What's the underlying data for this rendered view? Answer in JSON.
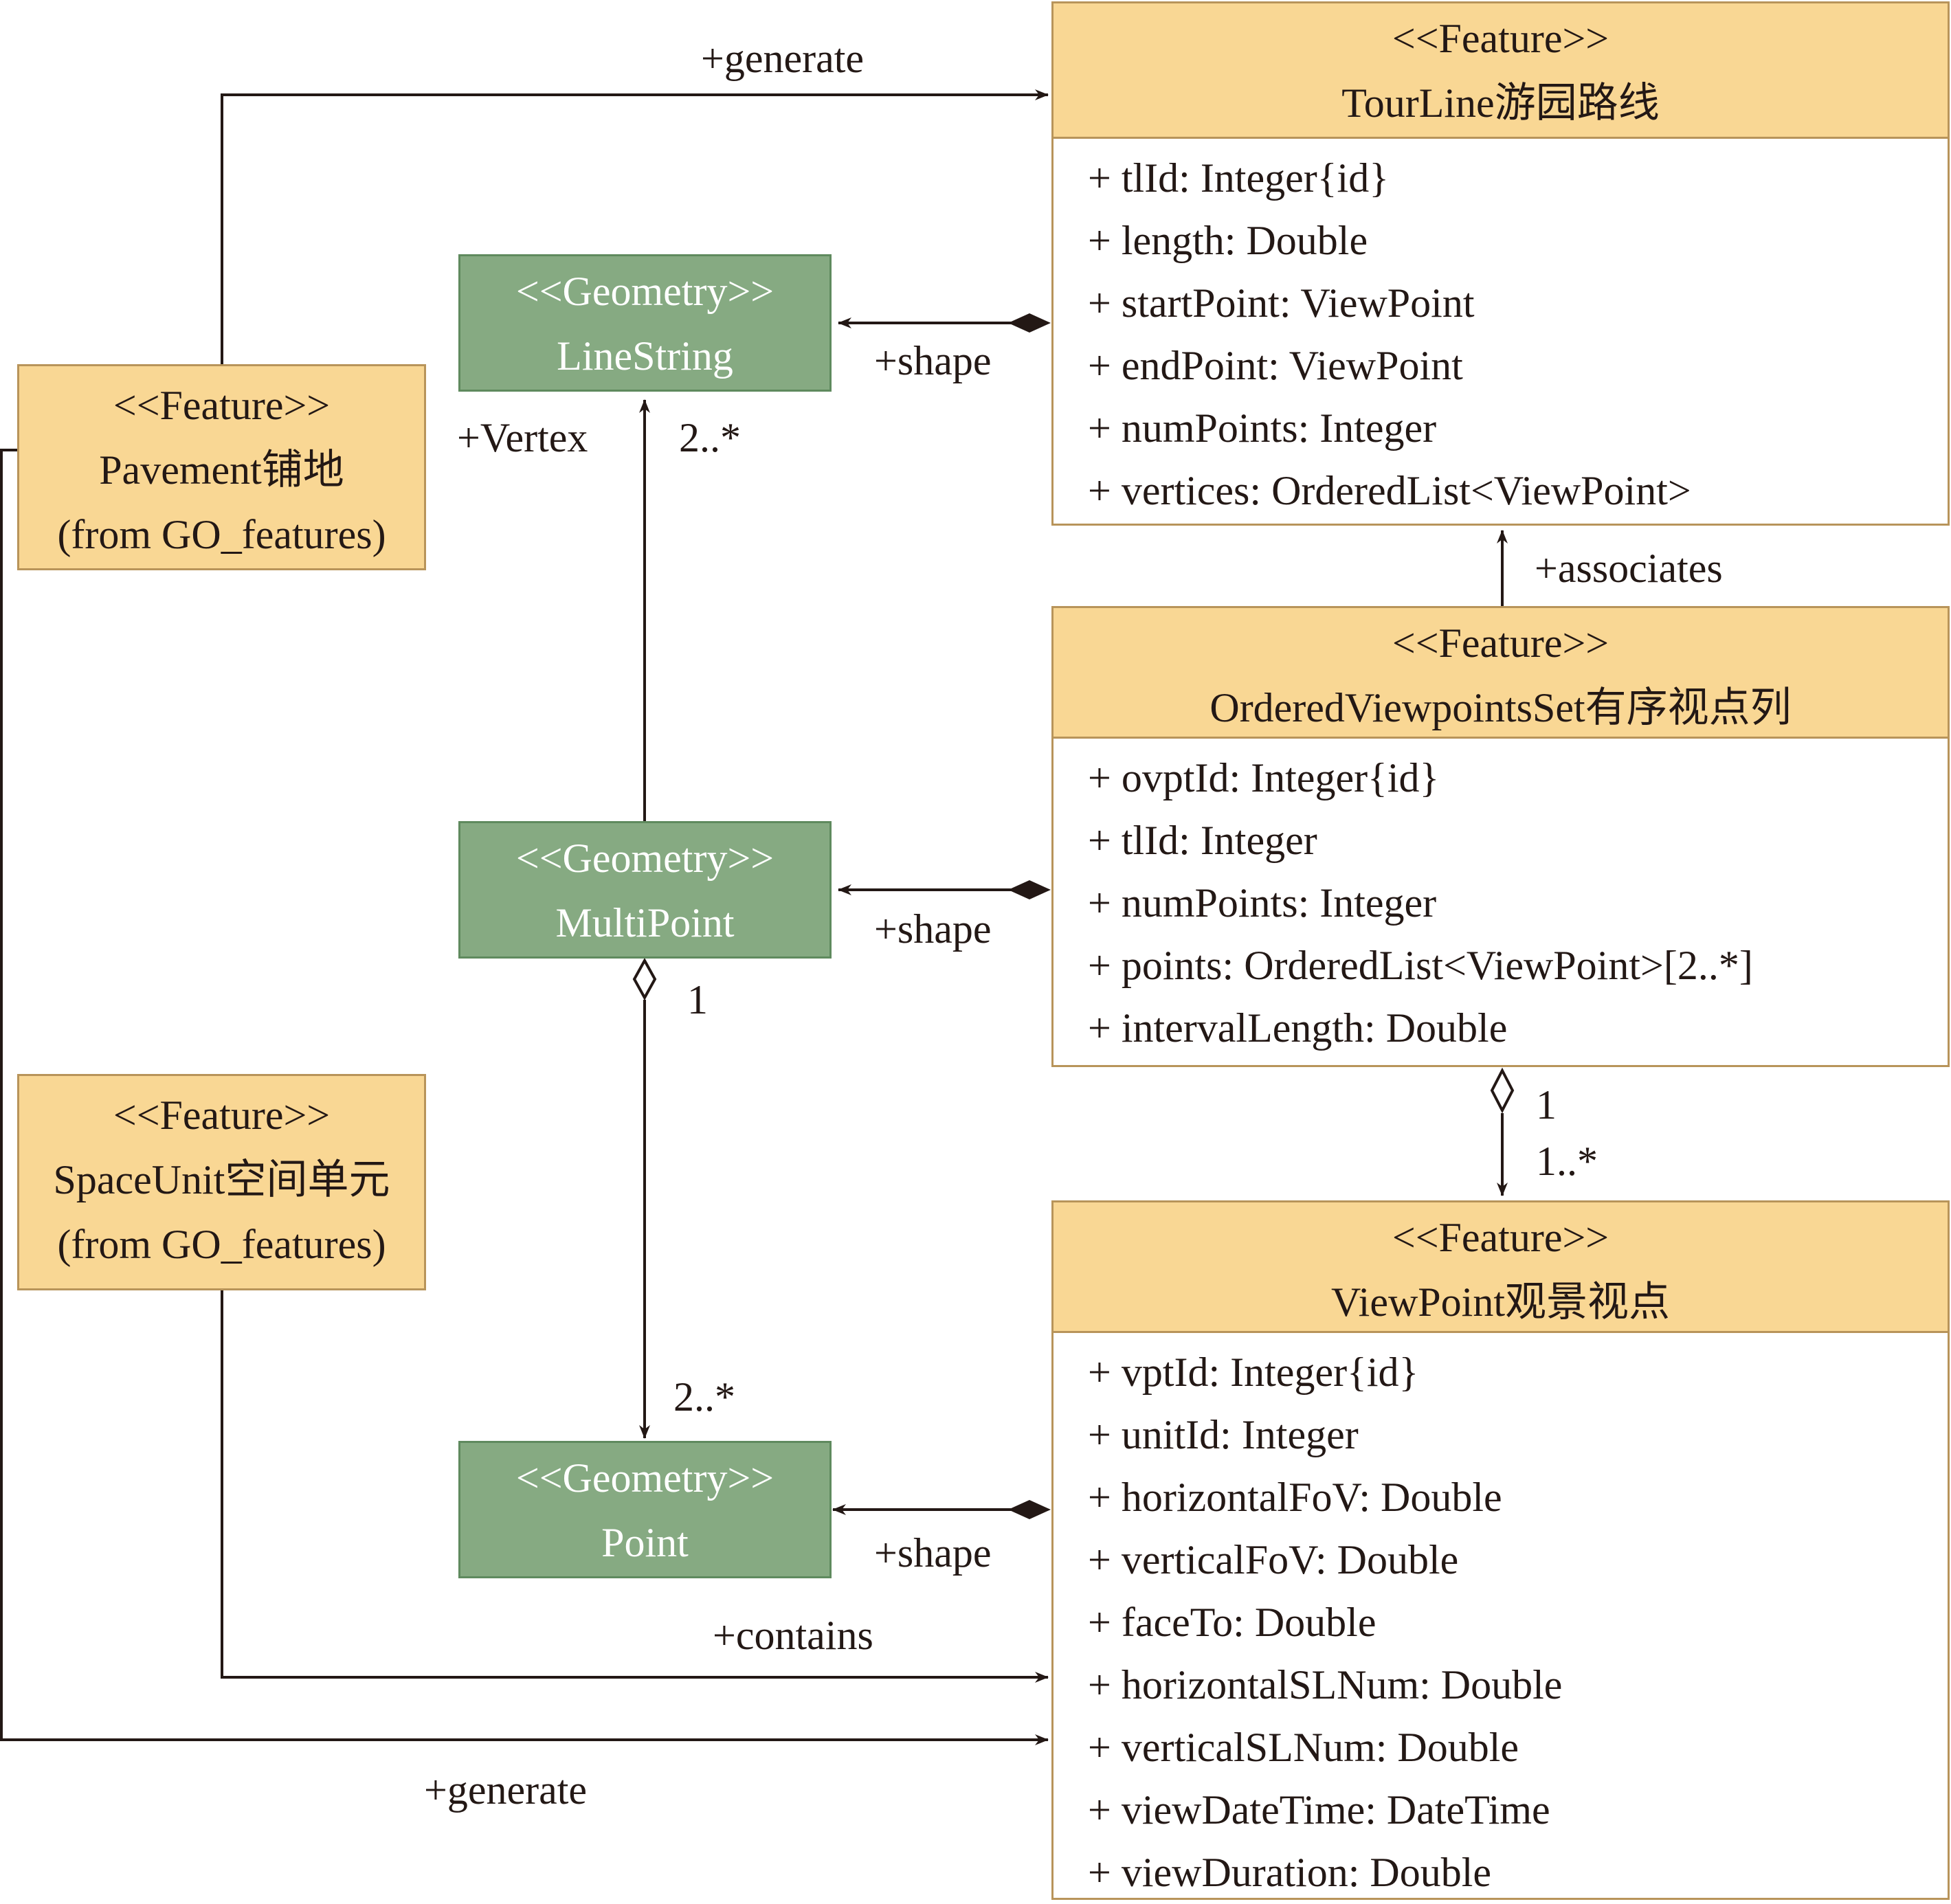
{
  "classes": {
    "tourline": {
      "stereotype": "<<Feature>>",
      "name": "TourLine游园路线",
      "attributes": [
        "+ tlId: Integer{id}",
        "+ length: Double",
        "+ startPoint: ViewPoint",
        "+ endPoint: ViewPoint",
        "+ numPoints: Integer",
        "+ vertices: OrderedList<ViewPoint>"
      ]
    },
    "ordered_viewpoints_set": {
      "stereotype": "<<Feature>>",
      "name": "OrderedViewpointsSet有序视点列",
      "attributes": [
        "+ ovptId: Integer{id}",
        "+ tlId: Integer",
        "+ numPoints: Integer",
        "+ points: OrderedList<ViewPoint>[2..*]",
        "+ intervalLength: Double"
      ]
    },
    "viewpoint": {
      "stereotype": "<<Feature>>",
      "name": "ViewPoint观景视点",
      "attributes": [
        "+ vptId: Integer{id}",
        "+ unitId: Integer",
        "+ horizontalFoV: Double",
        "+ verticalFoV: Double",
        "+ faceTo: Double",
        "+ horizontalSLNum: Double",
        "+ verticalSLNum: Double",
        "+ viewDateTime: DateTime",
        "+ viewDuration: Double"
      ]
    },
    "pavement": {
      "stereotype": "<<Feature>>",
      "name": "Pavement铺地",
      "source": "(from GO_features)"
    },
    "spaceunit": {
      "stereotype": "<<Feature>>",
      "name": "SpaceUnit空间单元",
      "source": "(from GO_features)"
    },
    "linestring": {
      "stereotype": "<<Geometry>>",
      "name": "LineString"
    },
    "multipoint": {
      "stereotype": "<<Geometry>>",
      "name": "MultiPoint"
    },
    "point": {
      "stereotype": "<<Geometry>>",
      "name": "Point"
    }
  },
  "relations": {
    "pavement_generate_tourline": "+generate",
    "pavement_generate_viewpoint": "+generate",
    "spaceunit_contains_viewpoint": "+contains",
    "ovs_associates_tourline": "+associates",
    "tourline_shape": "+shape",
    "ovs_shape": "+shape",
    "viewpoint_shape": "+shape",
    "vertex_role": "+Vertex",
    "vertex_multiplicity": "2..*",
    "multipoint_mult_source": "1",
    "multipoint_mult_target": "2..*",
    "ovs_mult_source": "1",
    "ovs_mult_target": "1..*"
  },
  "colors": {
    "feature_fill": "#f9d794",
    "feature_border": "#b8945a",
    "geometry_fill": "#86aa82",
    "geometry_border": "#5f8a5e",
    "line": "#231815"
  }
}
